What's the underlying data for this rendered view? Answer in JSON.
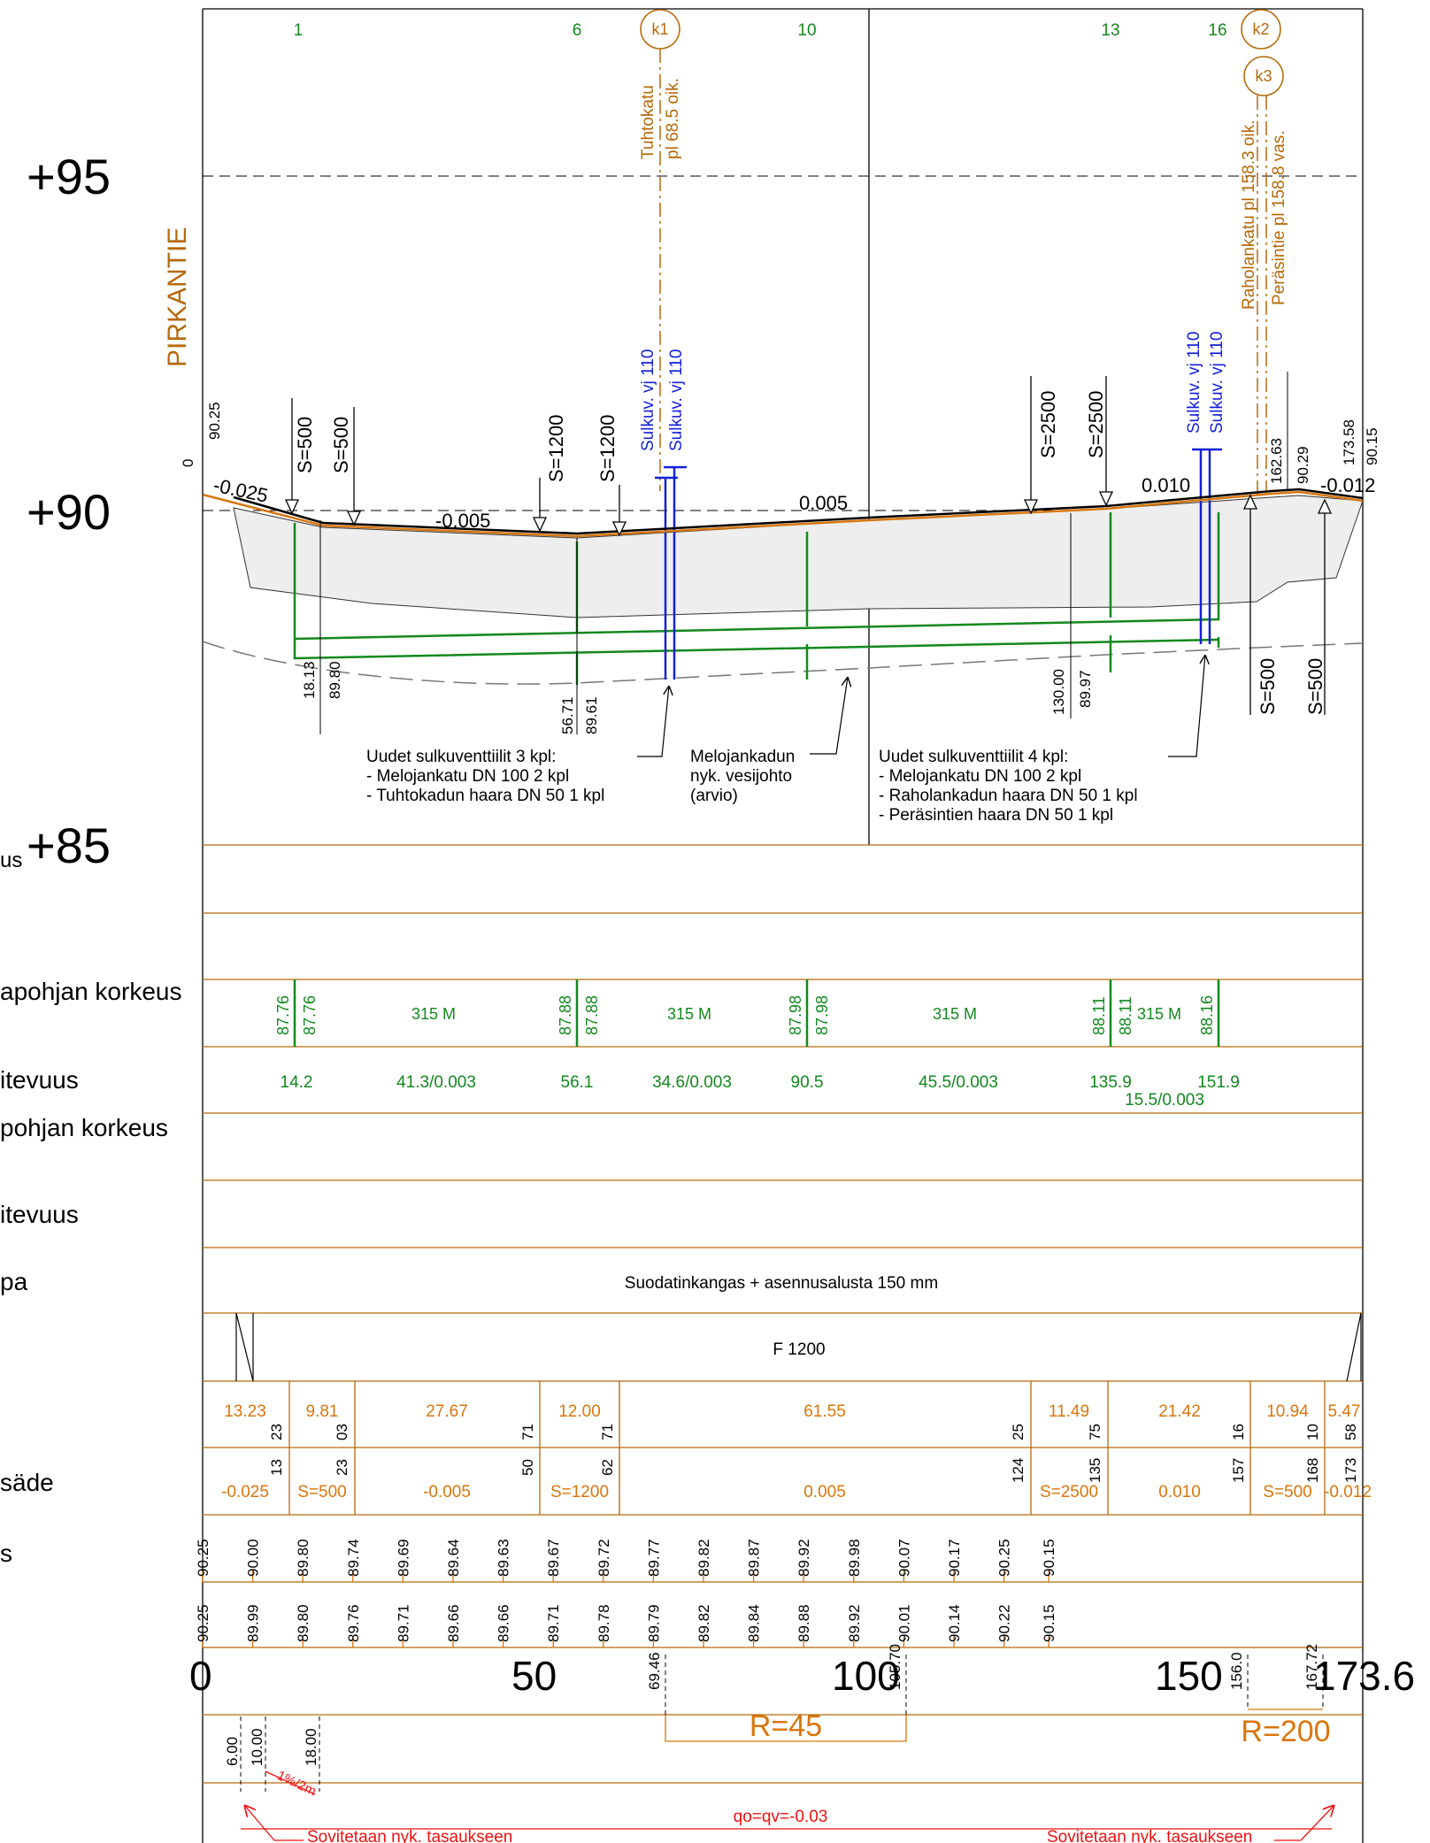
{
  "colors": {
    "orange": "#d9760c",
    "green": "#13881e",
    "blue": "#1521d6",
    "brown": "#b5690a",
    "red": "#e11111",
    "fill_gray": "#eeeeee"
  },
  "left_labels": {
    "e85_prefix": "us",
    "e_87": "apohjan korkeus",
    "f_91": "itevuus",
    "g_96": "pohjan korkeus",
    "h_103": "itevuus",
    "i_109": "pa",
    "j_126": "säde",
    "k_132": "s"
  },
  "elevation_labels": {
    "e95": "+95",
    "e90": "+90",
    "e85": "+85"
  },
  "road_name": "PIRKANTIE",
  "station_markers": [
    "1",
    "6",
    "10",
    "13",
    "16"
  ],
  "circle_markers": [
    "k1",
    "k2",
    "k3"
  ],
  "branches": {
    "tuhtokatu_name": "Tuhtokatu",
    "tuhtokatu_pl": "pl 68.5 oik.",
    "raholankatu": "Raholankatu pl 158.3 oik.",
    "perasintie": "Peräsintie pl 158.8 vas."
  },
  "valves": {
    "v1a": "Sulkuv. vj 110",
    "v1b": "Sulkuv. vj 110",
    "v2a": "Sulkuv. vj 110",
    "v2b": "Sulkuv. vj 110"
  },
  "curve_labels": {
    "s500a": "S=500",
    "s500b": "S=500",
    "s1200a": "S=1200",
    "s1200b": "S=1200",
    "s2500a": "S=2500",
    "s2500b": "S=2500",
    "s500c": "S=500",
    "s500d": "S=500"
  },
  "grades": {
    "g1": "-0.025",
    "g2": "-0.005",
    "g3": "0.005",
    "g4": "0.010",
    "g5": "-0.012"
  },
  "start_values": {
    "station": "0",
    "elev": "90.25"
  },
  "end_values": {
    "station": "173.58",
    "elev": "90.15"
  },
  "break_values": {
    "a_st": "18.13",
    "a_el": "89.80",
    "b_st": "56.71",
    "b_el": "89.61",
    "c_st": "130.00",
    "c_el": "89.97",
    "d_st": "162.63",
    "d_el": "90.29"
  },
  "notes": {
    "n1_title": "Uudet sulkuventtiilit 3 kpl:",
    "n1_l1": "- Melojankatu DN 100 2 kpl",
    "n1_l2": "- Tuhtokadun haara DN 50 1 kpl",
    "n2_l1": "Melojankadun",
    "n2_l2": "nyk. vesijohto",
    "n2_l3": "(arvio)",
    "n3_title": "Uudet sulkuventtiilit 4 kpl:",
    "n3_l1": "- Melojankatu DN 100 2 kpl",
    "n3_l2": "- Raholankadun haara DN 50 1 kpl",
    "n3_l3": "- Peräsintien haara DN 50 1 kpl"
  },
  "pipe_row": {
    "e1a": "87.76",
    "e1b": "87.76",
    "m1": "315 M",
    "e2a": "87.88",
    "e2b": "87.88",
    "m2": "315 M",
    "e3a": "87.98",
    "e3b": "87.98",
    "m3": "315 M",
    "e4a": "88.11",
    "e4b": "88.11",
    "m4": "315 M",
    "e5": "88.16"
  },
  "length_row": {
    "p1": "14.2",
    "s1": "41.3/0.003",
    "p2": "56.1",
    "s2": "34.6/0.003",
    "p3": "90.5",
    "s3": "45.5/0.003",
    "p4": "135.9",
    "p5": "151.9",
    "s4": "15.5/0.003"
  },
  "base_row": "Suodatinkangas + asennusalusta 150 mm",
  "f_row": "F 1200",
  "lengths": {
    "l1": "13.23",
    "l2": "9.81",
    "l3": "27.67",
    "l4": "12.00",
    "l5": "61.55",
    "l6": "11.49",
    "l7": "21.42",
    "l8": "10.94",
    "l9": "5.47"
  },
  "tick_labels_top": {
    "t1": "23",
    "t2": "03",
    "t3": "71",
    "t4": "71",
    "t5": "25",
    "t6": "75",
    "t7": "16",
    "t8": "10",
    "t9": "58"
  },
  "tick_labels_bot": {
    "b1": "13",
    "b2": "23",
    "b3": "50",
    "b4": "62",
    "b5": "124",
    "b6": "135",
    "b7": "157",
    "b8": "168",
    "b9": "173"
  },
  "profile_grades": {
    "g1": "-0.025",
    "g2": "S=500",
    "g3": "-0.005",
    "g4": "S=1200",
    "g5": "0.005",
    "g6": "S=2500",
    "g7": "0.010",
    "g8": "S=500",
    "g9": "-0.012"
  },
  "design_elev": [
    "90.25",
    "90.00",
    "89.80",
    "89.74",
    "89.69",
    "89.64",
    "89.63",
    "89.67",
    "89.72",
    "89.77",
    "89.82",
    "89.87",
    "89.92",
    "89.98",
    "90.07",
    "90.17",
    "90.25",
    "90.15"
  ],
  "existing_elev": [
    "90.25",
    "89.99",
    "89.80",
    "89.76",
    "89.71",
    "89.66",
    "89.66",
    "89.71",
    "89.78",
    "89.79",
    "89.82",
    "89.84",
    "89.88",
    "89.92",
    "90.01",
    "90.14",
    "90.22",
    "90.15"
  ],
  "station_axis": {
    "s0": "0",
    "s50": "50",
    "s100": "100",
    "s150": "150",
    "end": "173.6"
  },
  "horizontal_curves": {
    "c1_start": "69.46",
    "c1_end": "105.70",
    "c1_label": "R=45",
    "c2_start": "156.0",
    "c2_end": "167.72",
    "c2_label": "R=200"
  },
  "crossfall": {
    "v1": "6.00",
    "v2": "10.00",
    "v3": "18.00",
    "v4": "1%/2m"
  },
  "bottom": {
    "qo": "qo=qv=-0.03",
    "left_note": "Sovitetaan nyk. tasaukseen",
    "right_note": "Sovitetaan nyk. tasaukseen"
  }
}
